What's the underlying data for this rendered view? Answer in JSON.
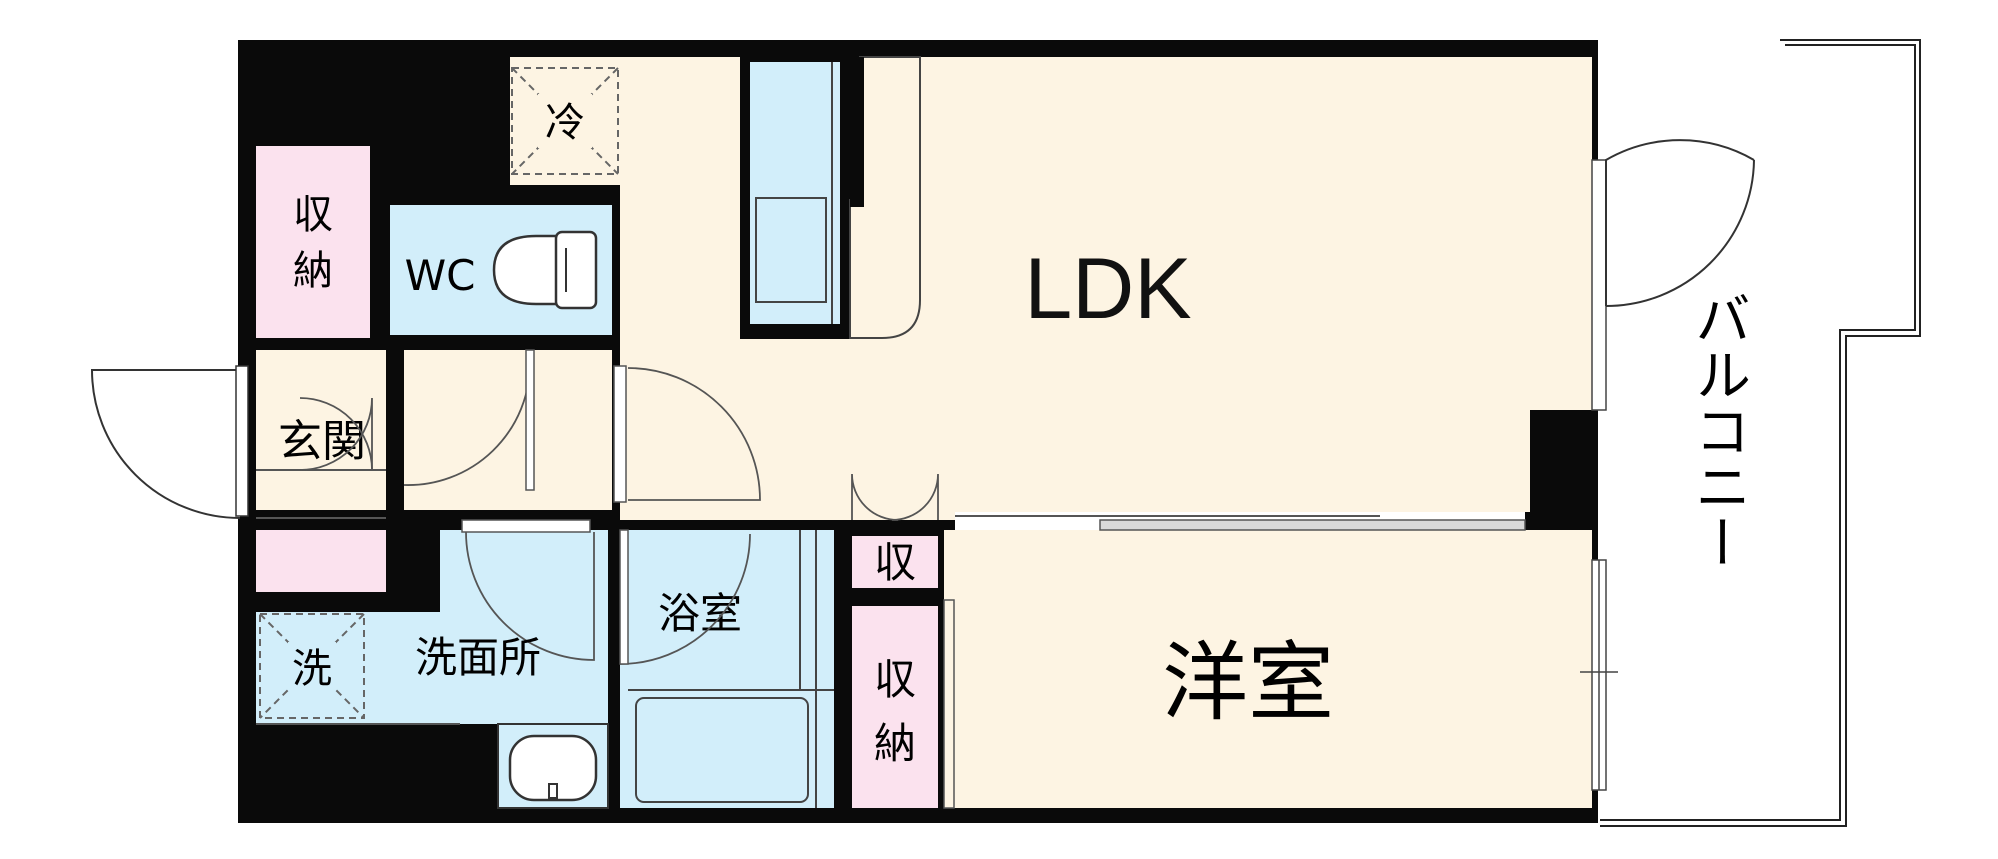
{
  "floor_plan": {
    "rooms": {
      "ldk": "LDK",
      "western_room": "洋室",
      "balcony": "バルコニー",
      "entrance": "玄関",
      "washroom": "洗面所",
      "bathroom": "浴室",
      "toilet": "WC",
      "storage_top_left": "収納",
      "storage_right": "収納",
      "storage_small": "収",
      "refrigerator_space": "冷",
      "washer_space": "洗"
    },
    "colors": {
      "wall": "#0a0a0a",
      "ldk_floor": "#fdf4e3",
      "wet_area": "#d2eefa",
      "storage": "#fbe2ee",
      "balcony": "#ffffff"
    }
  }
}
